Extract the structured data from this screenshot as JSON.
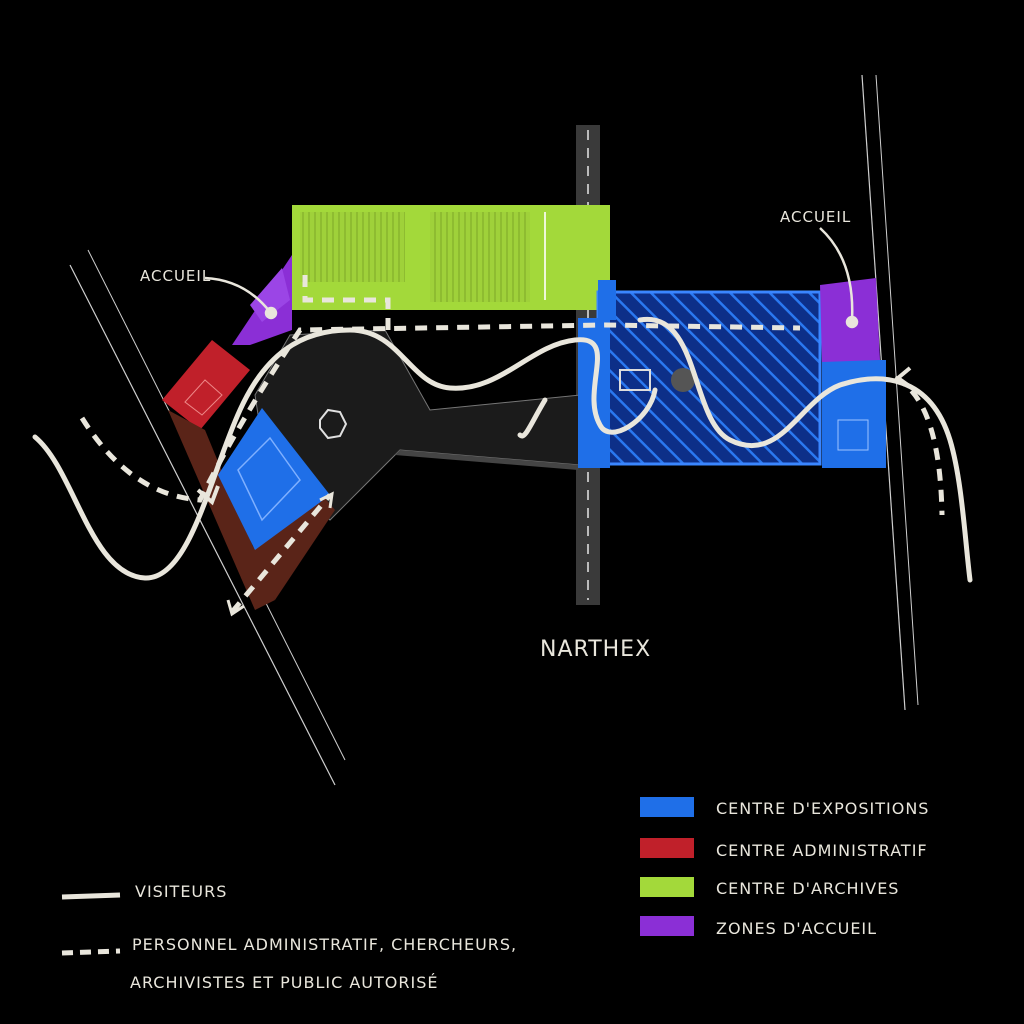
{
  "labels": {
    "accueil_left": "ACCUEIL",
    "accueil_right": "ACCUEIL",
    "narthex": "NARTHEX"
  },
  "legend": {
    "zones": [
      {
        "label": "CENTRE D'EXPOSITIONS",
        "color": "#1f6fe8"
      },
      {
        "label": "CENTRE ADMINISTRATIF",
        "color": "#c0202a"
      },
      {
        "label": "CENTRE D'ARCHIVES",
        "color": "#a3d93a"
      },
      {
        "label": "ZONES D'ACCUEIL",
        "color": "#8b2fd6"
      }
    ],
    "paths": [
      {
        "label": "VISITEURS",
        "style": "solid"
      },
      {
        "label_line1": "PERSONNEL ADMINISTRATIF, CHERCHEURS,",
        "label_line2": "ARCHIVISTES ET PUBLIC AUTORISÉ",
        "style": "dashed"
      }
    ]
  },
  "colors": {
    "background": "#000000",
    "ink": "#e9e6dc",
    "expositions": "#1f6fe8",
    "administratif": "#c0202a",
    "archives": "#a3d93a",
    "accueil": "#8b2fd6",
    "circulation_brown": "#5a2418"
  }
}
